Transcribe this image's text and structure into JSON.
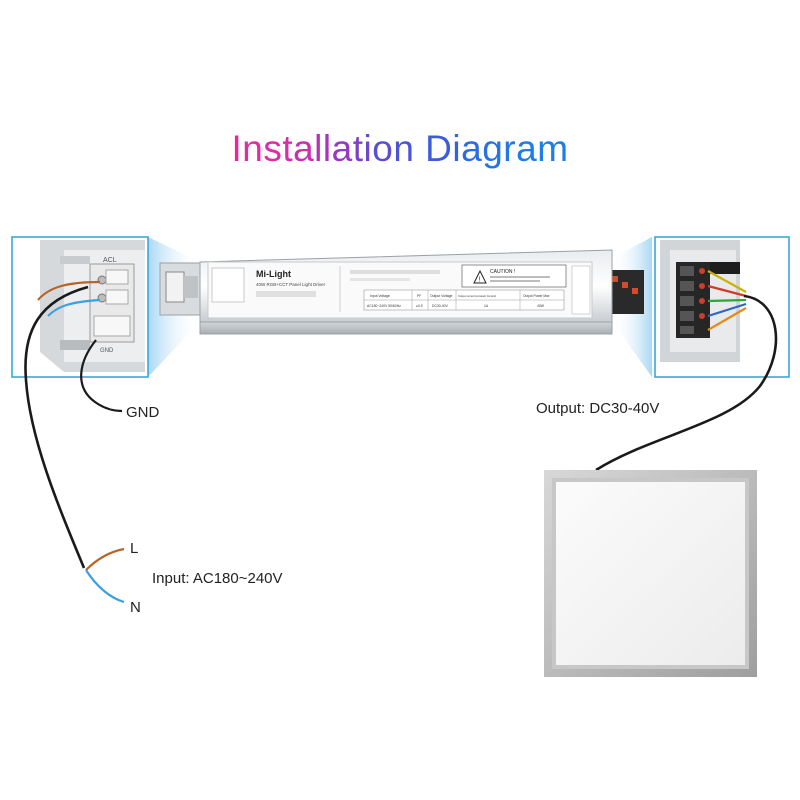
{
  "title": "Installation Diagram",
  "title_colors": [
    "#e8299b",
    "#e32a9f",
    "#de2ca4",
    "#d42ea9",
    "#c731af",
    "#b833b4",
    "#a536b9",
    "#933abf",
    "#8040c5",
    "#6d46cb",
    "#5a4dd0",
    "#4a55d5",
    "#3d5cda",
    "#3364dd",
    "#2b6ce0",
    "#2574e2",
    "#2079e3",
    "#1d7de4",
    "#1a80e5",
    "#1884e6"
  ],
  "labels": {
    "gnd": "GND",
    "output": "Output: DC30-40V",
    "l": "L",
    "input": "Input: AC180~240V",
    "n": "N"
  },
  "driver": {
    "brand": "Mi-Light",
    "model": "40W RGB+CCT Panel Light Driver",
    "caution_title": "CAUTION !",
    "left_terminal_label": "ACL",
    "left_terminal_bottom": "GND",
    "specs_headers": [
      "Input Voltage",
      "PF",
      "Output Voltage",
      "Output current (constant Current)",
      "Output Power Max"
    ],
    "specs_values": [
      "AC180~240V 50/60Hz",
      "≥0.9",
      "DC30-40V",
      "1A",
      "40W"
    ]
  },
  "colors": {
    "zoom_box": "#3aa7dc",
    "zoom_glow": "#cfe8f7",
    "wire_black": "#1a1a1a",
    "wire_brown": "#b5652a",
    "wire_blue": "#3c9fe0",
    "panel_frame": "#b9b9b9",
    "panel_face": "#f6f6f6"
  }
}
